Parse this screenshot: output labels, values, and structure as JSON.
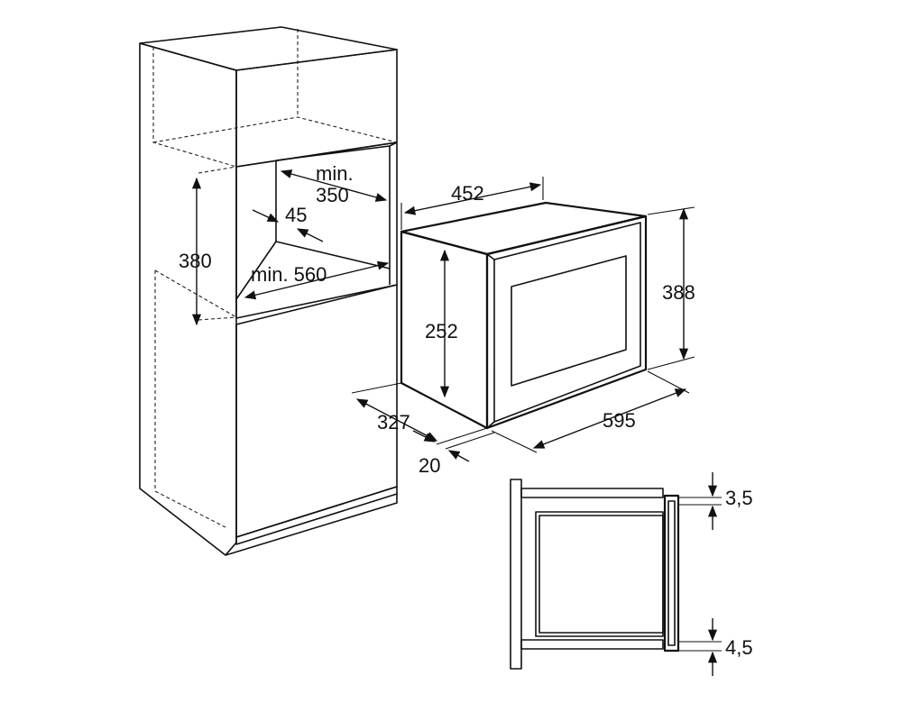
{
  "dimensions": {
    "min_height_label": "min.",
    "min_height_value": "350",
    "depth_45": "45",
    "niche_height": "380",
    "min_width": "min. 560",
    "oven_depth": "452",
    "oven_height": "388",
    "cavity_height": "252",
    "oven_width": "595",
    "front_depth": "327",
    "front_offset": "20",
    "gap_top": "3,5",
    "gap_bottom": "4,5"
  },
  "colors": {
    "line": "#111111",
    "background": "#ffffff"
  }
}
